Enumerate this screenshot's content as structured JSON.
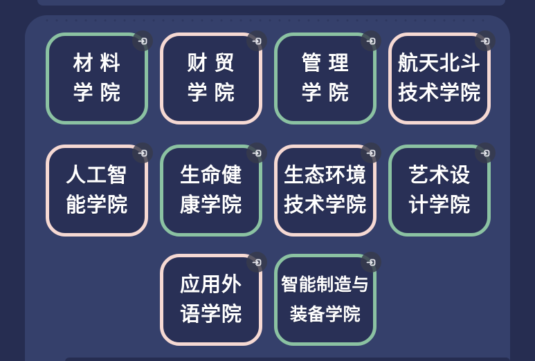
{
  "page": {
    "background_outer": "#262d51",
    "background_panel": "#35406b",
    "card_background": "#293056",
    "border_green": "#8bc2a2",
    "border_pink": "#f6d9d3",
    "text_color": "#ffffff",
    "icon_circle_color": "rgba(55,59,76,0.82)"
  },
  "icon": {
    "name": "enter-icon",
    "meaning": "open college page"
  },
  "cards": [
    {
      "name": "材料学院",
      "text": "材 料\n学 院",
      "border": "green"
    },
    {
      "name": "财贸学院",
      "text": "财 贸\n学 院",
      "border": "pink"
    },
    {
      "name": "管理学院",
      "text": "管 理\n学 院",
      "border": "green"
    },
    {
      "name": "航天北斗技术学院",
      "text": "航天北斗\n技术学院",
      "border": "pink"
    },
    {
      "name": "人工智能学院",
      "text": "人工智\n能学院",
      "border": "pink"
    },
    {
      "name": "生命健康学院",
      "text": "生命健\n康学院",
      "border": "green"
    },
    {
      "name": "生态环境技术学院",
      "text": "生态环境\n技术学院",
      "border": "pink"
    },
    {
      "name": "艺术设计学院",
      "text": "艺术设\n计学院",
      "border": "green"
    },
    {
      "name": "应用外语学院",
      "text": "应用外\n语学院",
      "border": "pink"
    },
    {
      "name": "智能制造与装备学院",
      "text": "智能制造与\n装备学院",
      "border": "green"
    }
  ]
}
